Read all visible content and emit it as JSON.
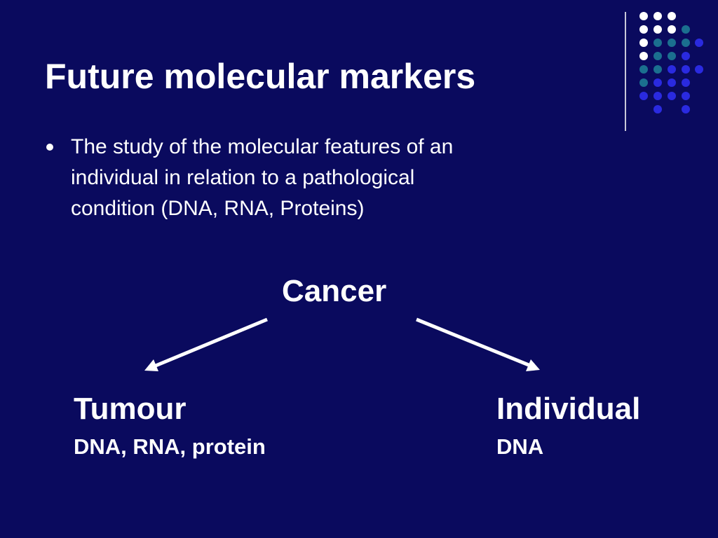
{
  "slide": {
    "title": "Future molecular markers",
    "bullets": [
      "The study of the molecular features of an individual in relation to a pathological condition (DNA, RNA, Proteins)"
    ]
  },
  "diagram": {
    "root": "Cancer",
    "left": {
      "title": "Tumour",
      "subtitle": "DNA, RNA, protein"
    },
    "right": {
      "title": "Individual",
      "subtitle": "DNA"
    }
  },
  "colors": {
    "background": "#0a0a5e",
    "text": "#ffffff",
    "dot_white": "#ffffff",
    "dot_teal": "#1b6f8f",
    "dot_blue": "#2a2ae0"
  }
}
